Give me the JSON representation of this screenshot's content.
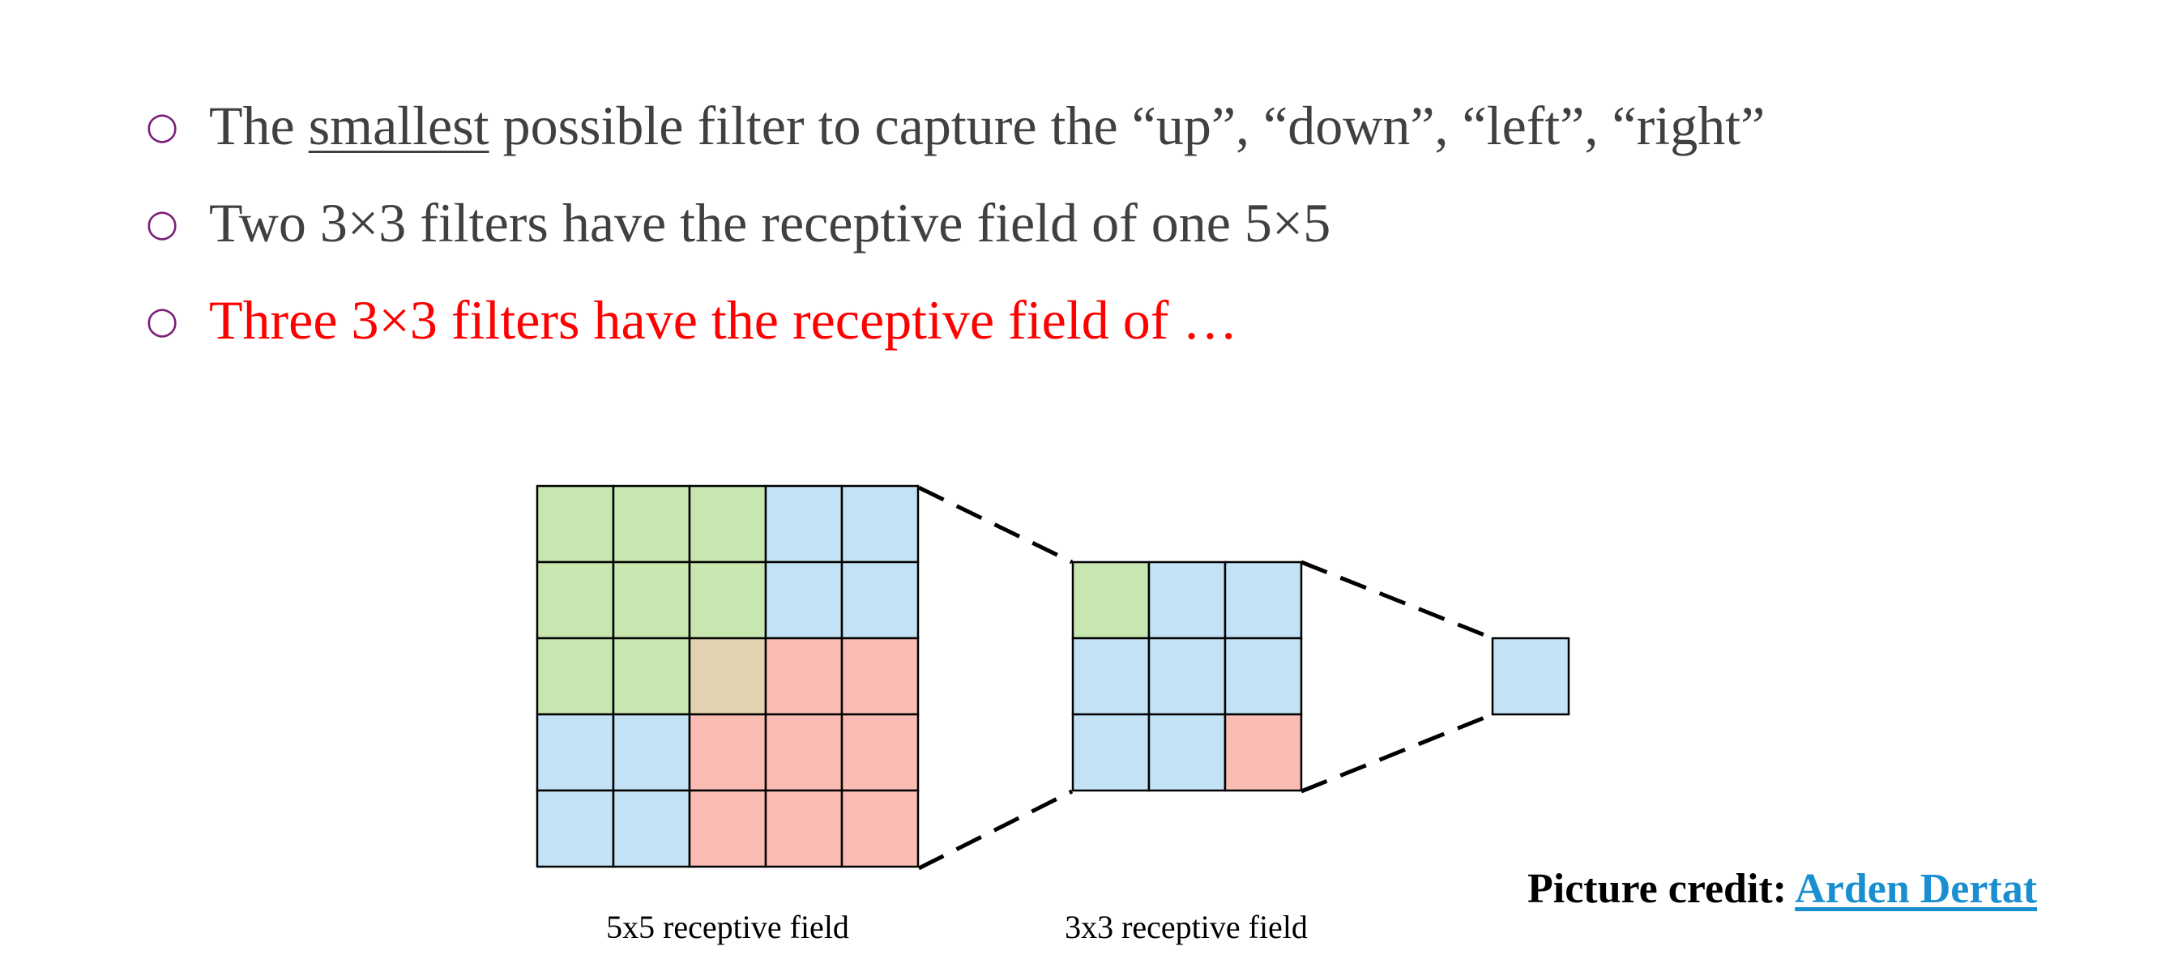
{
  "bullets": [
    {
      "before": "The ",
      "emphasis": "smallest",
      "after": " possible filter to capture the “up”, “down”, “left”, “right”",
      "color": "#404040"
    },
    {
      "text": "Two 3×3 filters have the receptive field of one 5×5",
      "color": "#404040"
    },
    {
      "text": "Three 3×3 filters have the receptive field of …",
      "color": "#ff0000"
    }
  ],
  "bullet_marker": "○",
  "diagram": {
    "colors": {
      "green": "#c8e6b0",
      "blue": "#c3e2f5",
      "red": "#fbbcb4",
      "tan": "#e2d2b0"
    },
    "grid5x5": [
      [
        "green",
        "green",
        "green",
        "blue",
        "blue"
      ],
      [
        "green",
        "green",
        "green",
        "blue",
        "blue"
      ],
      [
        "green",
        "green",
        "tan",
        "red",
        "red"
      ],
      [
        "blue",
        "blue",
        "red",
        "red",
        "red"
      ],
      [
        "blue",
        "blue",
        "red",
        "red",
        "red"
      ]
    ],
    "grid3x3": [
      [
        "green",
        "blue",
        "blue"
      ],
      [
        "blue",
        "blue",
        "blue"
      ],
      [
        "blue",
        "blue",
        "red"
      ]
    ],
    "grid1x1": [
      [
        "blue"
      ]
    ],
    "label_5x5": "5x5 receptive field",
    "label_3x3": "3x3 receptive field"
  },
  "credit": {
    "label": "Picture credit:",
    "link_text": "Arden Dertat"
  }
}
